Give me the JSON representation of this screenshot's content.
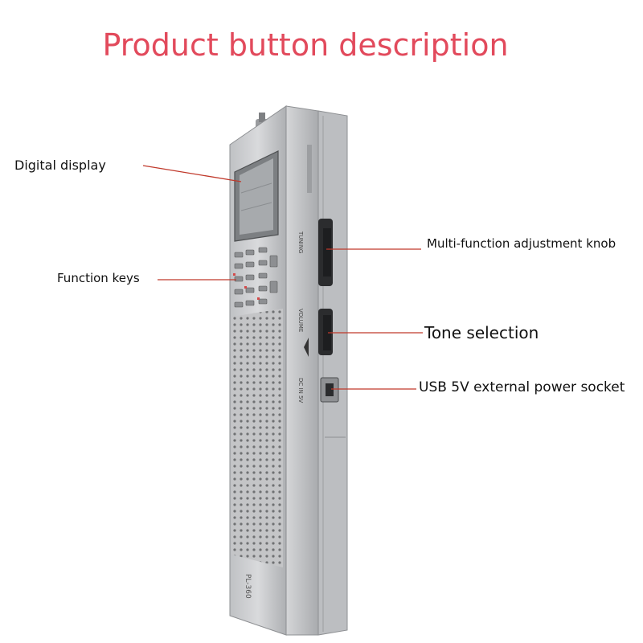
{
  "title": "Product button description",
  "labels": {
    "digital_display": "Digital display",
    "function_keys": "Function keys",
    "multi_function_knob": "Multi-function adjustment knob",
    "tone_selection": "Tone selection",
    "usb_socket": "USB 5V external power socket"
  },
  "device": {
    "model": "PL-360",
    "side_labels": {
      "tuning": "TUNING",
      "volume": "VOLUME",
      "dc_in": "DC IN 5V"
    }
  },
  "colors": {
    "title": "#e24a5c",
    "callout_line": "#c0392b",
    "body_silver": "#c8c9cb"
  }
}
